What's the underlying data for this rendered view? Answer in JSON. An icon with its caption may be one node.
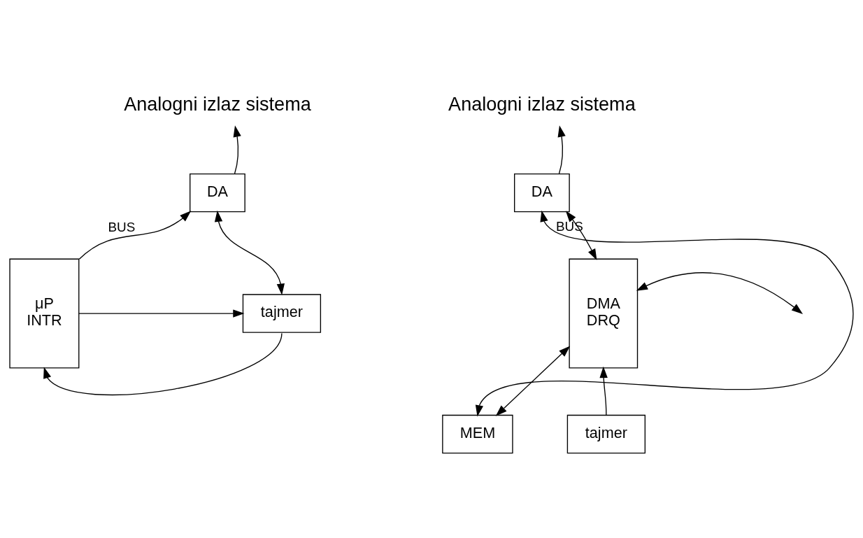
{
  "diagram": {
    "nodes": [
      {
        "text": [
          "Analogni izlaz sistema"
        ]
      },
      {
        "text": [
          "DA"
        ]
      },
      {
        "text": [
          "μP",
          "INTR"
        ]
      },
      {
        "text": [
          "tajmer"
        ]
      },
      {
        "text": [
          "Analogni izlaz sistema"
        ]
      },
      {
        "text": [
          "DA"
        ]
      },
      {
        "text": [
          "DMA",
          "DRQ"
        ]
      },
      {
        "text": [
          "MEM"
        ]
      },
      {
        "text": [
          "tajmer"
        ]
      }
    ],
    "edges": [
      {
        "from": 1,
        "to": 0,
        "arrow": "to"
      },
      {
        "from": 2,
        "to": 1,
        "arrow": "to",
        "label": "BUS"
      },
      {
        "from": 2,
        "to": 3,
        "arrow": "to"
      },
      {
        "from": 1,
        "to": 3,
        "arrow": "both"
      },
      {
        "from": 3,
        "to": 2,
        "arrow": "to"
      },
      {
        "from": 5,
        "to": 4,
        "arrow": "to"
      },
      {
        "from": 6,
        "to": 5,
        "arrow": "both",
        "label": "BUS"
      },
      {
        "from": 6,
        "to": 7,
        "arrow": "both"
      },
      {
        "from": 5,
        "to": 7,
        "arrow": "both"
      },
      {
        "from": 6,
        "to": null,
        "arrow": "both"
      },
      {
        "from": 8,
        "to": 6,
        "arrow": "to"
      }
    ]
  }
}
